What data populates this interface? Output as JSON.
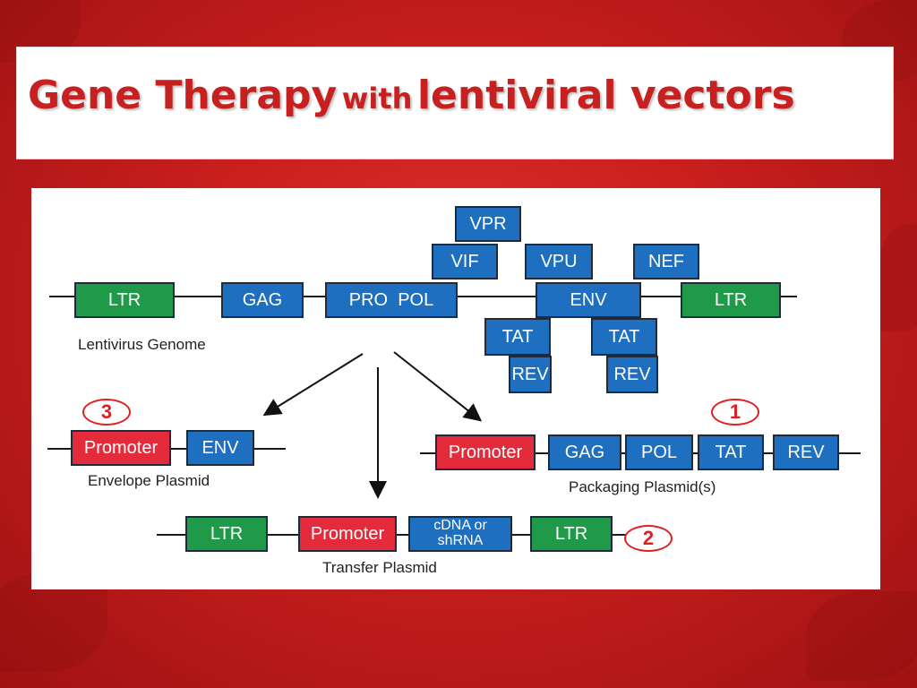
{
  "title": {
    "part1": "Gene Therapy",
    "part2": "with",
    "part3": "lentiviral vectors"
  },
  "colors": {
    "background": "#c81e1e",
    "title": "#c62020",
    "gene_blue": "#1e6fc0",
    "ltr_green": "#1f9a48",
    "promoter_red": "#e42b3b",
    "marker": "#e02020"
  },
  "genome": {
    "caption": "Lentivirus Genome",
    "ltr_left": "LTR",
    "gag": "GAG",
    "pro_pol": "PRO  POL",
    "vpr": "VPR",
    "vif": "VIF",
    "vpu": "VPU",
    "nef": "NEF",
    "env": "ENV",
    "ltr_right": "LTR",
    "tat1": "TAT",
    "rev1": "REV",
    "tat2": "TAT",
    "rev2": "REV"
  },
  "envelope": {
    "marker": "3",
    "promoter": "Promoter",
    "env": "ENV",
    "caption": "Envelope Plasmid"
  },
  "packaging": {
    "marker": "1",
    "promoter": "Promoter",
    "gag": "GAG",
    "pol": "POL",
    "tat": "TAT",
    "rev": "REV",
    "caption": "Packaging Plasmid(s)"
  },
  "transfer": {
    "marker": "2",
    "ltr_left": "LTR",
    "promoter": "Promoter",
    "insert": "cDNA or shRNA",
    "ltr_right": "LTR",
    "caption": "Transfer Plasmid"
  }
}
